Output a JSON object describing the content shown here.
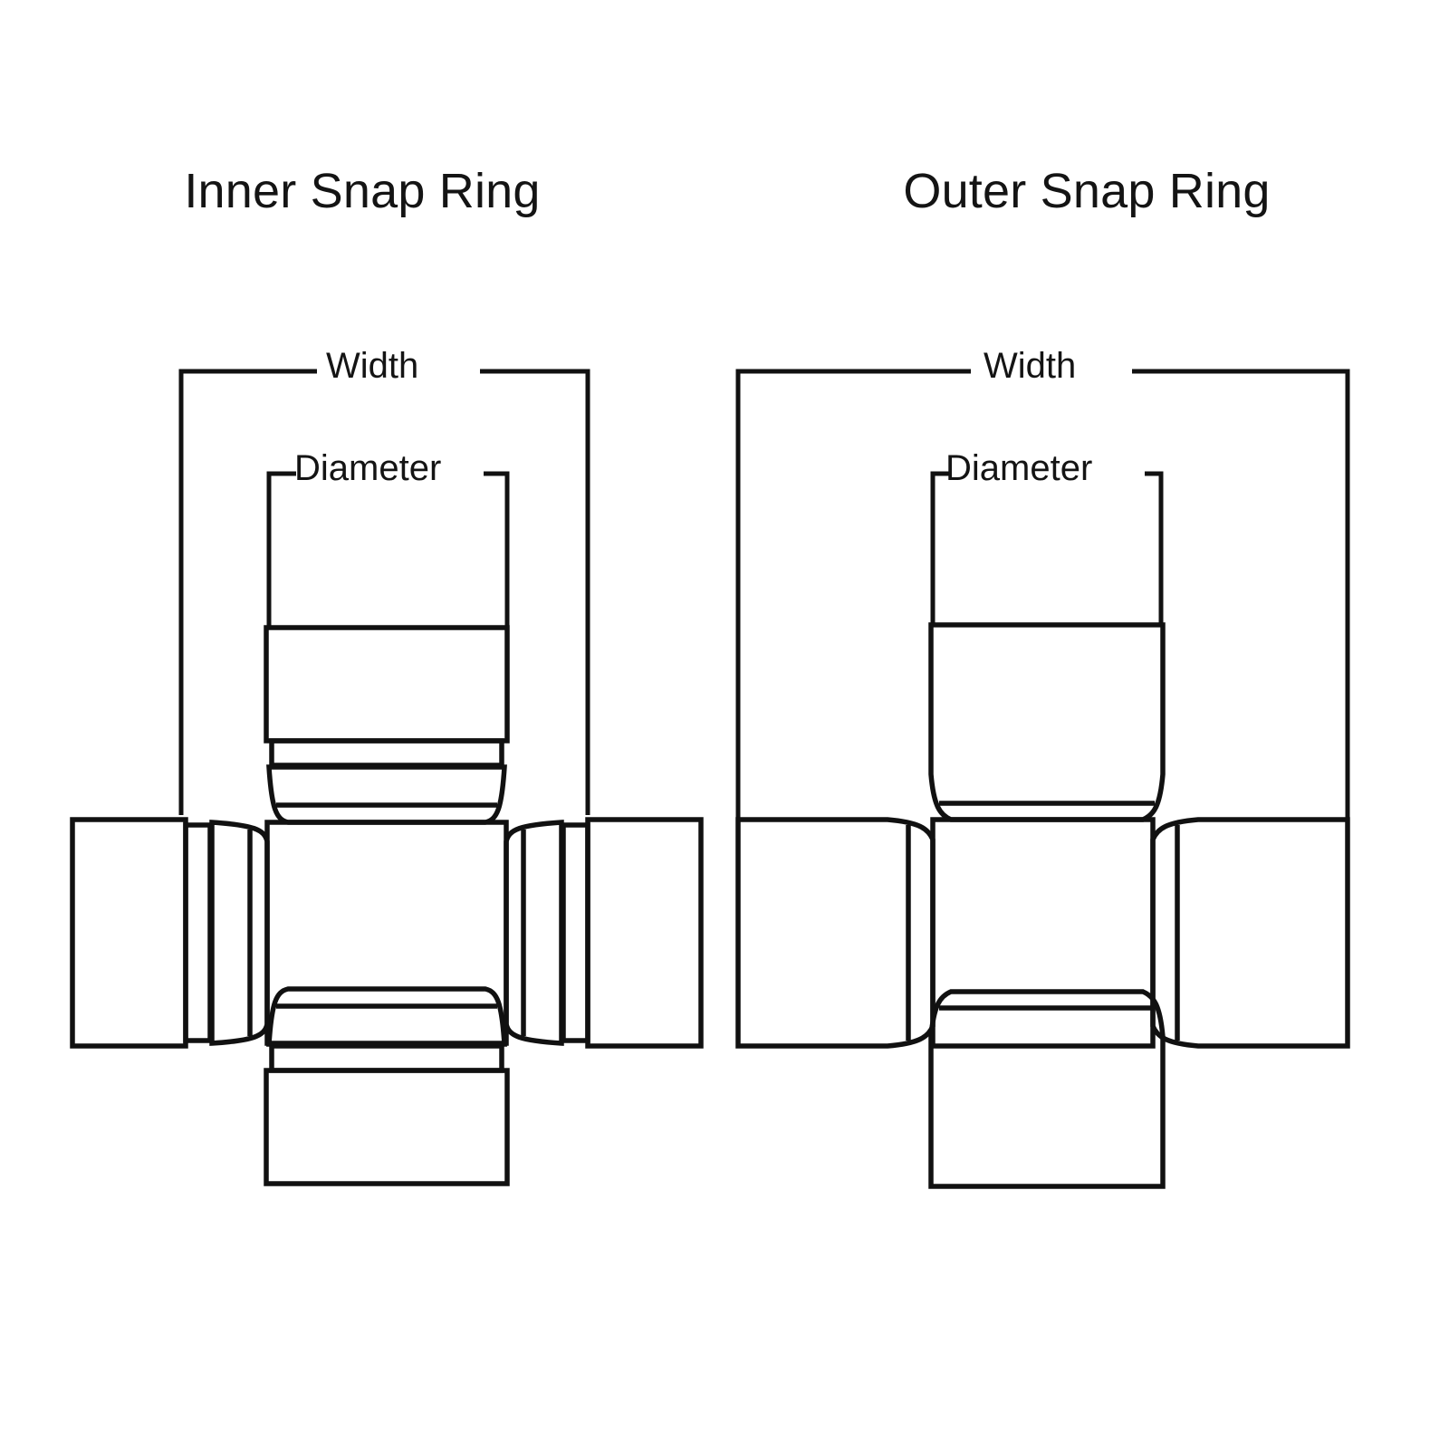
{
  "figure": {
    "background_color": "#ffffff",
    "line_color": "#111111",
    "text_color": "#141414",
    "subject": "universal-joint-measurement-diagram"
  },
  "panels": [
    {
      "id": "inner-snap-ring",
      "title": "Inner Snap Ring",
      "dimensions": {
        "width_label": "Width",
        "diameter_label": "Diameter"
      }
    },
    {
      "id": "outer-snap-ring",
      "title": "Outer Snap Ring",
      "dimensions": {
        "width_label": "Width",
        "diameter_label": "Diameter"
      }
    }
  ]
}
